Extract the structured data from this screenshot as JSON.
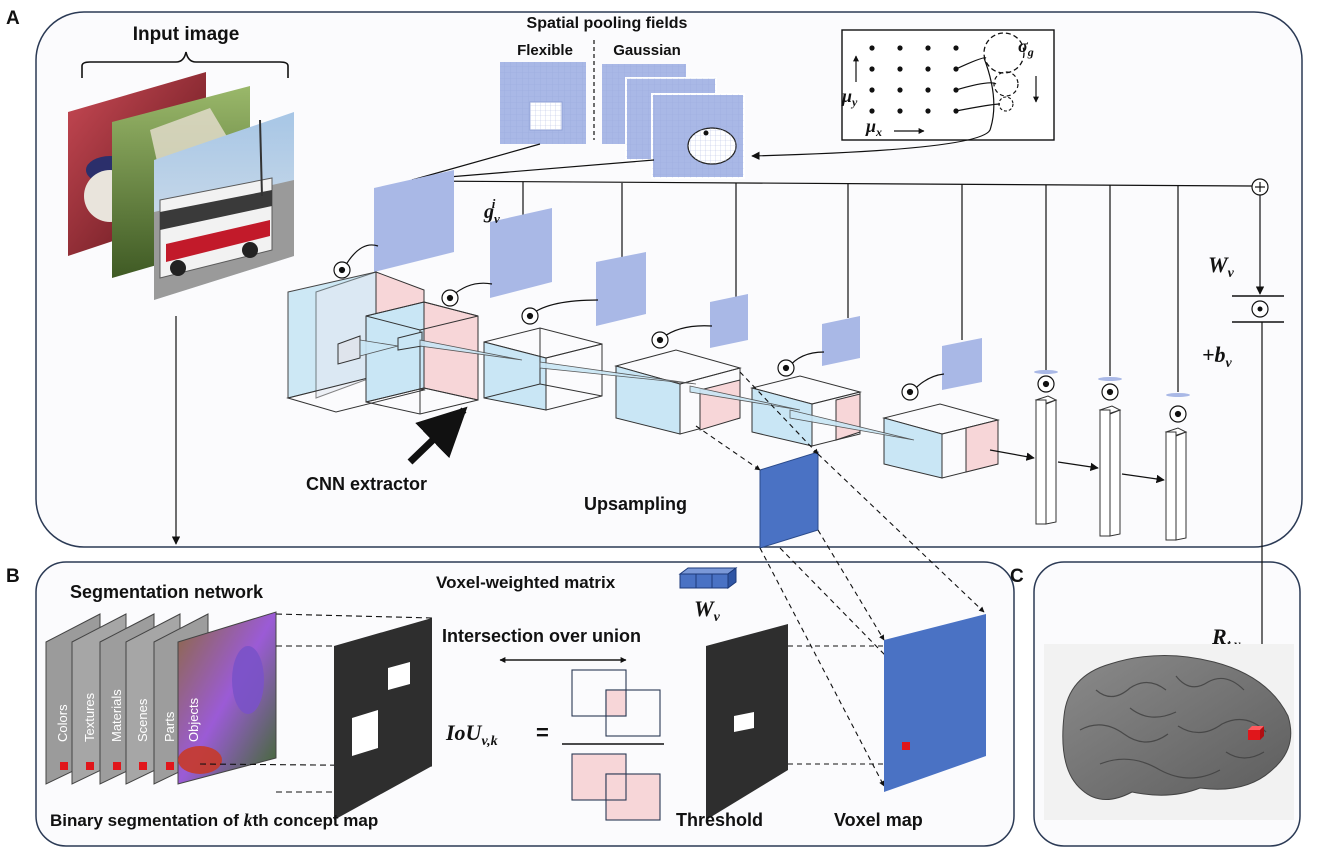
{
  "panels": {
    "a": {
      "letter": "A"
    },
    "b": {
      "letter": "B"
    },
    "c": {
      "letter": "C"
    }
  },
  "panel_a": {
    "input_image": "Input image",
    "spatial_pooling_fields": "Spatial pooling fields",
    "flexible": "Flexible",
    "gaussian": "Gaussian",
    "sigma_g": "σ",
    "sigma_sub": "g",
    "mu_y": "μ",
    "mu_y_sub": "y",
    "mu_x": "μ",
    "mu_x_sub": "x",
    "g_v": "g",
    "g_v_sub": "v",
    "g_v_sup": "i",
    "w_v": "W",
    "w_v_sub": "v",
    "b_v": "+b",
    "b_v_sub": "v",
    "cnn_extractor": "CNN extractor",
    "upsampling": "Upsampling",
    "hadamard": "⊙",
    "plus": "⊕"
  },
  "panel_b": {
    "segmentation_network": "Segmentation network",
    "concepts": [
      "Colors",
      "Textures",
      "Materials",
      "Scenes",
      "Parts",
      "Objects"
    ],
    "binary_segmentation": "Binary segmentation of ",
    "binary_k": "k",
    "binary_rest": "th concept map",
    "voxel_weighted_matrix": "Voxel-weighted matrix",
    "w_v": "W",
    "w_v_sub": "v",
    "iou_title": "Intersection over union",
    "iou_label": "IoU",
    "iou_sub": "v,k",
    "equals": "=",
    "threshold": "Threshold",
    "voxel_map": "Voxel map"
  },
  "panel_c": {
    "r_tv": "R",
    "r_tv_sub": "t,v"
  },
  "colors": {
    "field_blue": "#a9b8e6",
    "cube_blue": "#c9e6f5",
    "cube_pink": "#f7d6d8",
    "voxel_blue": "#4a72c4",
    "panel_border": "#2b3a55",
    "brain_gray": "#6f6f6f",
    "dark_map": "#2e2e2e",
    "red": "#e0161b"
  }
}
